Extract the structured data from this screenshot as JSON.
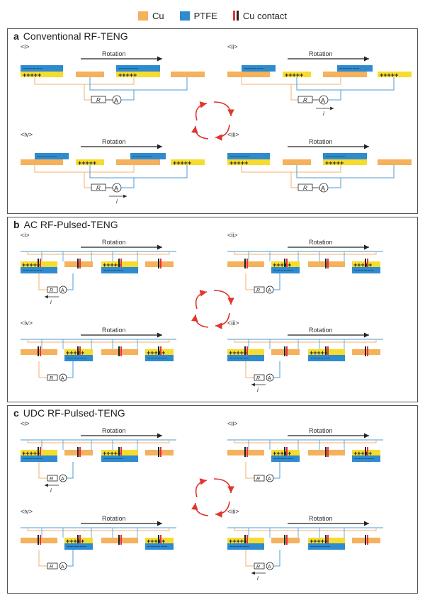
{
  "legend": {
    "cu_label": "Cu",
    "ptfe_label": "PTFE",
    "contact_label": "Cu contact",
    "colors": {
      "cu": "#f5b15c",
      "cu_charged": "#f7dc2d",
      "ptfe": "#2e8bd0",
      "contact_red": "#e8333a",
      "contact_dark": "#222222",
      "wire_cu": "#f0b070",
      "wire_ptfe": "#4d9bd6",
      "cycle_arrow": "#e0342c"
    }
  },
  "common": {
    "rotation_label": "Rotation",
    "resistor_label": "R",
    "ammeter_label": "A",
    "current_label": "i",
    "plus_mark": "+",
    "minus_mark": "−"
  },
  "panels": [
    {
      "id": "a",
      "letter": "a",
      "title": "Conventional RF-TENG",
      "states": [
        {
          "label": "<i>",
          "show_current": false
        },
        {
          "label": "<ii>",
          "show_current": true
        },
        {
          "label": "<iii>",
          "show_current": false
        },
        {
          "label": "<iv>",
          "show_current": true
        }
      ]
    },
    {
      "id": "b",
      "letter": "b",
      "title": "AC RF-Pulsed-TENG",
      "states": [
        {
          "label": "<i>",
          "show_current": true
        },
        {
          "label": "<ii>",
          "show_current": false
        },
        {
          "label": "<iii>",
          "show_current": true
        },
        {
          "label": "<iv>",
          "show_current": false
        }
      ]
    },
    {
      "id": "c",
      "letter": "c",
      "title": "UDC RF-Pulsed-TENG",
      "states": [
        {
          "label": "<i>",
          "show_current": true
        },
        {
          "label": "<ii>",
          "show_current": false
        },
        {
          "label": "<iii>",
          "show_current": true
        },
        {
          "label": "<iv>",
          "show_current": false
        }
      ]
    }
  ]
}
